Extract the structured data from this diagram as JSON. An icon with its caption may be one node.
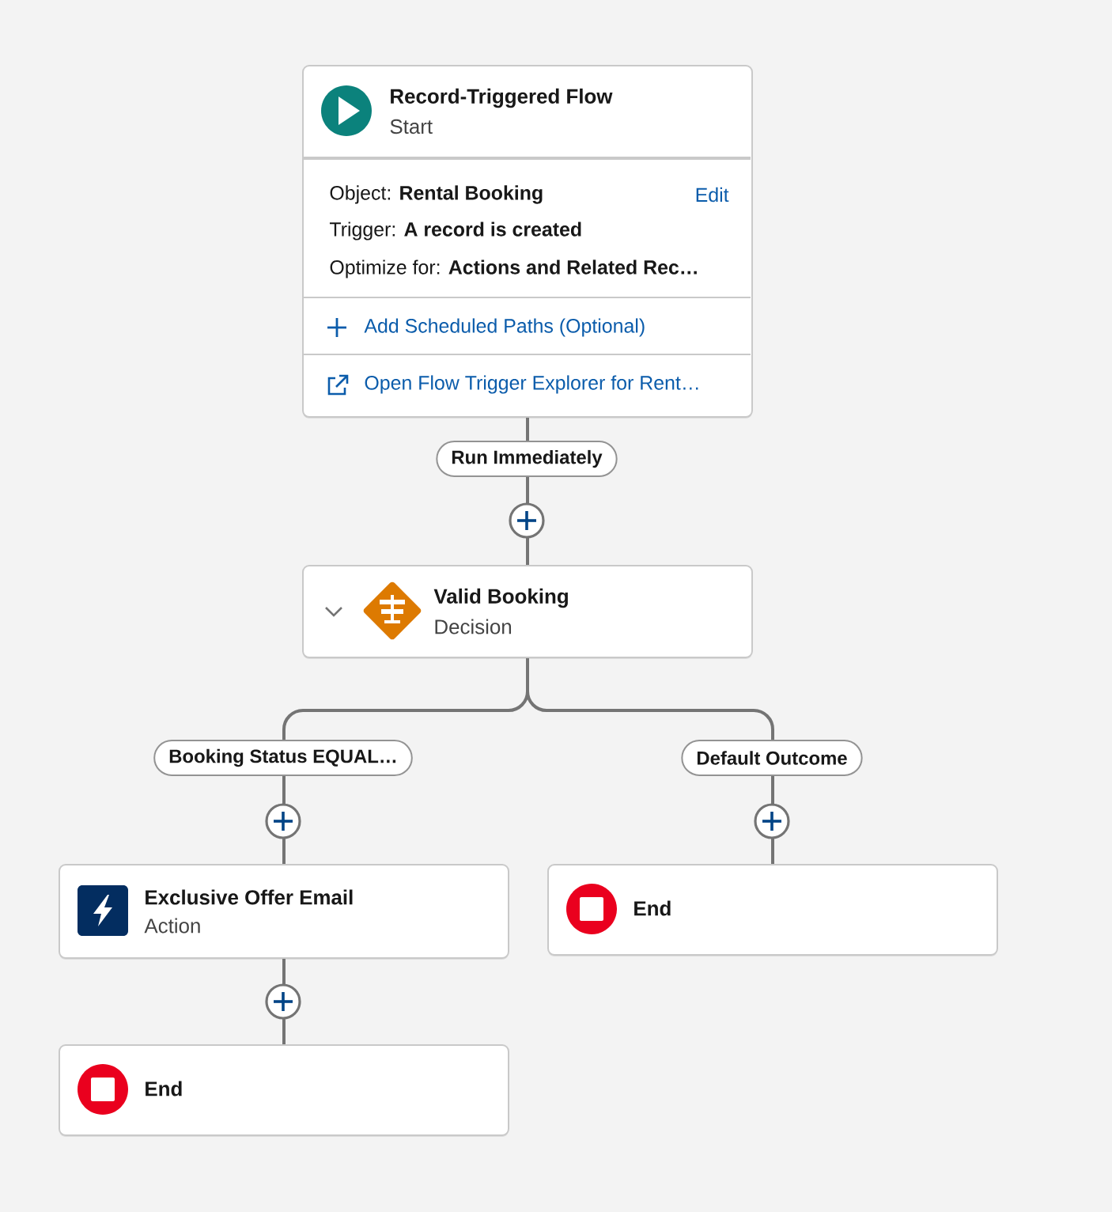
{
  "diagram": {
    "nodes": [
      {
        "text": [
          "Record-Triggered Flow",
          "Start",
          "Object: **Rental Booking**",
          "Edit",
          "Trigger: **A record is created**",
          "Optimize for: **Actions and Related Rec…**",
          "Add Scheduled Paths (Optional)",
          "Open Flow Trigger Explorer for Rent…"
        ]
      },
      {
        "text": [
          "Valid Booking",
          "Decision"
        ]
      },
      {
        "text": [
          "Exclusive Offer Email",
          "Action"
        ]
      },
      {
        "text": [
          "End"
        ]
      },
      {
        "text": [
          "End"
        ]
      }
    ],
    "edges": [
      {
        "from": 0,
        "to": 1,
        "arrow": "none",
        "label": "Run Immediately"
      },
      {
        "from": 1,
        "to": 2,
        "arrow": "none",
        "label": "Booking Status EQUAL…"
      },
      {
        "from": 1,
        "to": 3,
        "arrow": "none",
        "label": "Default Outcome"
      },
      {
        "from": 2,
        "to": 4,
        "arrow": "none"
      }
    ]
  }
}
